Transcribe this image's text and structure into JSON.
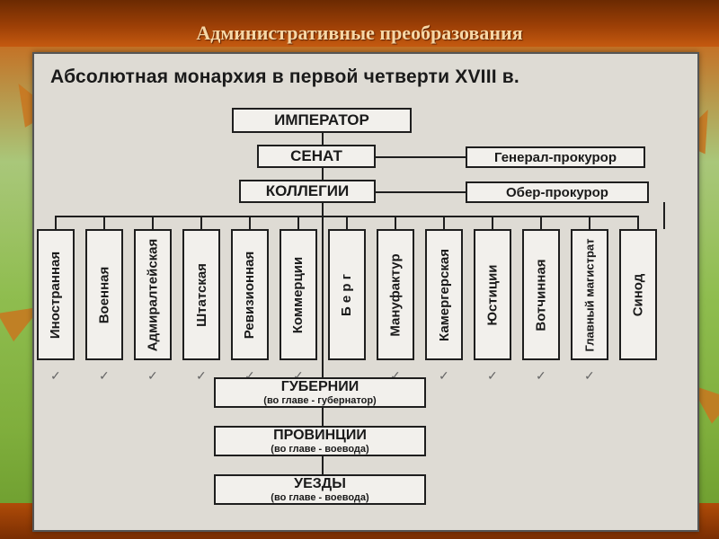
{
  "slide": {
    "title": "Административные преобразования"
  },
  "diagram": {
    "title": "Абсолютная монархия в первой четверти XVIII в.",
    "emperor": "ИМПЕРАТОР",
    "senate": "СЕНАТ",
    "general_prosecutor": "Генерал-прокурор",
    "collegia": "КОЛЛЕГИИ",
    "chief_prosecutor": "Обер-прокурор",
    "colleges": [
      "Иностранная",
      "Военная",
      "Адмиралтейская",
      "Штатская",
      "Ревизионная",
      "Коммерции",
      "Б е р г",
      "Мануфактур",
      "Камергерская",
      "Юстиции",
      "Вотчинная",
      "Главный магистрат",
      "Синод"
    ],
    "gubernii": {
      "name": "ГУБЕРНИИ",
      "head": "(во главе - губернатор)"
    },
    "provinces": {
      "name": "ПРОВИНЦИИ",
      "head": "(во главе - воевода)"
    },
    "uezdy": {
      "name": "УЕЗДЫ",
      "head": "(во главе - воевода)"
    }
  },
  "colors": {
    "band_top": "#9c3f06",
    "title_text": "#f6d7a6",
    "scan_bg": "#dedbd4"
  }
}
